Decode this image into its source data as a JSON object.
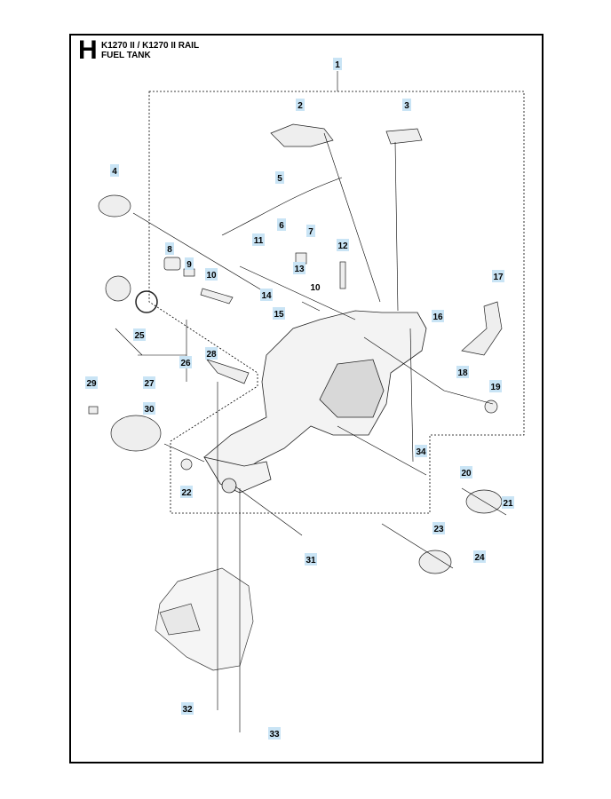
{
  "header": {
    "section": "H",
    "model": "K1270 II / K1270 II RAIL",
    "subtitle": "FUEL TANK"
  },
  "callouts": [
    {
      "n": "1"
    },
    {
      "n": "2"
    },
    {
      "n": "3"
    },
    {
      "n": "4"
    },
    {
      "n": "5"
    },
    {
      "n": "6"
    },
    {
      "n": "7"
    },
    {
      "n": "8"
    },
    {
      "n": "9"
    },
    {
      "n": "10"
    },
    {
      "n": "10"
    },
    {
      "n": "11"
    },
    {
      "n": "12"
    },
    {
      "n": "13"
    },
    {
      "n": "14"
    },
    {
      "n": "15"
    },
    {
      "n": "16"
    },
    {
      "n": "17"
    },
    {
      "n": "18"
    },
    {
      "n": "19"
    },
    {
      "n": "20"
    },
    {
      "n": "21"
    },
    {
      "n": "22"
    },
    {
      "n": "23"
    },
    {
      "n": "24"
    },
    {
      "n": "25"
    },
    {
      "n": "26"
    },
    {
      "n": "27"
    },
    {
      "n": "28"
    },
    {
      "n": "29"
    },
    {
      "n": "30"
    },
    {
      "n": "31"
    },
    {
      "n": "32"
    },
    {
      "n": "33"
    },
    {
      "n": "34"
    }
  ],
  "colors": {
    "label_fill": "#c9e4f5",
    "line": "#000000"
  }
}
